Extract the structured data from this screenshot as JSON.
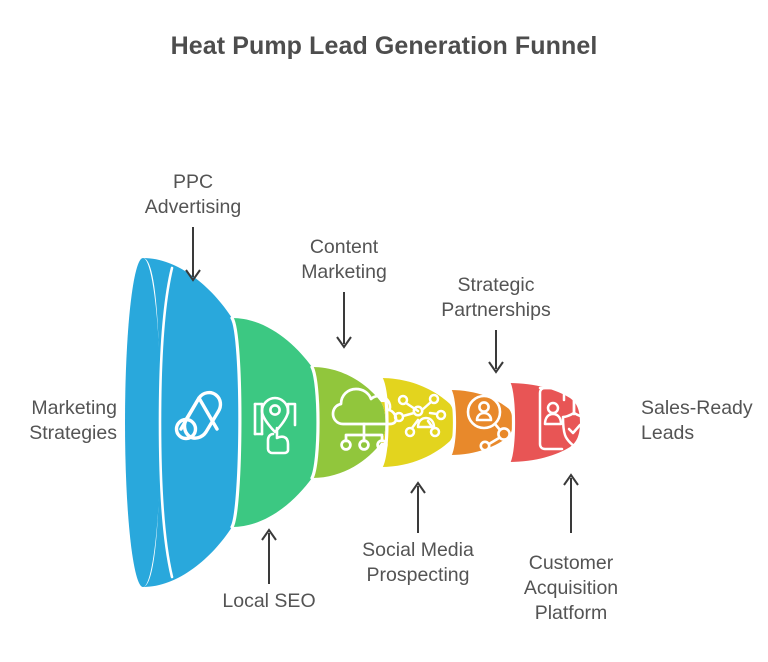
{
  "chart_data": {
    "type": "funnel",
    "title": "Heat Pump Lead Generation Funnel",
    "orientation": "horizontal",
    "entry_label": "Marketing\nStrategies",
    "exit_label": "Sales-Ready\nLeads",
    "stages": [
      {
        "label": "PPC\nAdvertising",
        "color": "#29a8dc",
        "icon": "google-ads-icon",
        "position": "above"
      },
      {
        "label": "Local SEO",
        "color": "#3cc882",
        "icon": "map-pin-hand-icon",
        "position": "below"
      },
      {
        "label": "Content\nMarketing",
        "color": "#91c63c",
        "icon": "cloud-network-icon",
        "position": "above"
      },
      {
        "label": "Social Media\nProspecting",
        "color": "#e3d41e",
        "icon": "network-people-icon",
        "position": "below"
      },
      {
        "label": "Strategic\nPartnerships",
        "color": "#e8892b",
        "icon": "user-search-share-icon",
        "position": "above"
      },
      {
        "label": "Customer\nAcquisition\nPlatform",
        "color": "#e85555",
        "icon": "id-card-verified-icon",
        "position": "below"
      }
    ]
  },
  "header": {
    "title": "Heat Pump Lead Generation Funnel"
  },
  "funnel": {
    "entry": {
      "label": "Marketing\nStrategies"
    },
    "exit": {
      "label": "Sales-Ready\nLeads"
    },
    "segments": [
      {
        "label": "PPC\nAdvertising",
        "color": "#29a8dc"
      },
      {
        "label": "Local SEO",
        "color": "#3cc882"
      },
      {
        "label": "Content\nMarketing",
        "color": "#91c63c"
      },
      {
        "label": "Social Media\nProspecting",
        "color": "#e3d41e"
      },
      {
        "label": "Strategic\nPartnerships",
        "color": "#e8892b"
      },
      {
        "label": "Customer\nAcquisition\nPlatform",
        "color": "#e85555"
      }
    ]
  },
  "colors": {
    "background": "#ffffff",
    "title_text": "#4d4d4d",
    "label_text": "#545454",
    "arrow": "#3a3a3a",
    "icon_stroke": "#ffffff"
  }
}
